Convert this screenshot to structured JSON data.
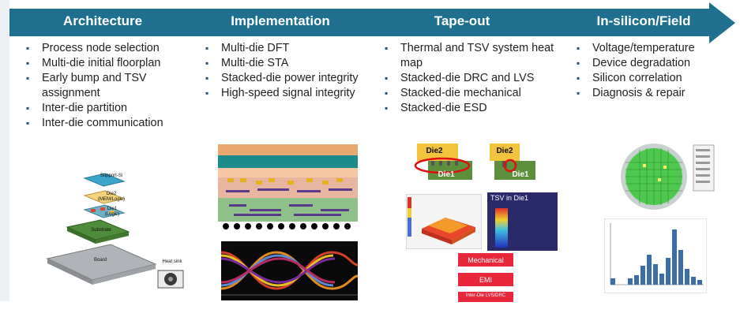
{
  "phases": [
    {
      "title": "Architecture",
      "items": [
        "Process node selection",
        "Multi-die initial floorplan",
        "Early bump and TSV assignment",
        "Inter-die partition",
        "Inter-die communication"
      ]
    },
    {
      "title": "Implementation",
      "items": [
        "Multi-die DFT",
        "Multi-die STA",
        "Stacked-die power integrity",
        "High-speed signal integrity"
      ]
    },
    {
      "title": "Tape-out",
      "items": [
        "Thermal and TSV system heat map",
        "Stacked-die DRC and LVS",
        "Stacked-die mechanical",
        "Stacked-die ESD"
      ]
    },
    {
      "title": "In-silicon/Field",
      "items": [
        "Voltage/temperature",
        "Device degradation",
        "Silicon correlation",
        "Diagnosis & repair"
      ]
    }
  ],
  "bullet": "▪",
  "arch_img": {
    "support": "Support-Si",
    "die2": "Die2",
    "die2sub": "(MEM/Logic)",
    "die1": "Die1",
    "die1sub": "(Logic)",
    "substrate": "Substrate",
    "board": "Board",
    "heatsink": "Heat sink"
  },
  "tape_img": {
    "die2a": "Die2",
    "die1a": "Die1",
    "die2b": "Die2",
    "die1b": "Die1",
    "tsv": "TSV in Die1",
    "mech": "Mechanical",
    "emi": "EMI",
    "lvs": "Inter-Die LVS/DRC"
  },
  "colors": {
    "arrow": "#1f6f8f",
    "bullet": "#1f4e79",
    "text": "#222222"
  }
}
